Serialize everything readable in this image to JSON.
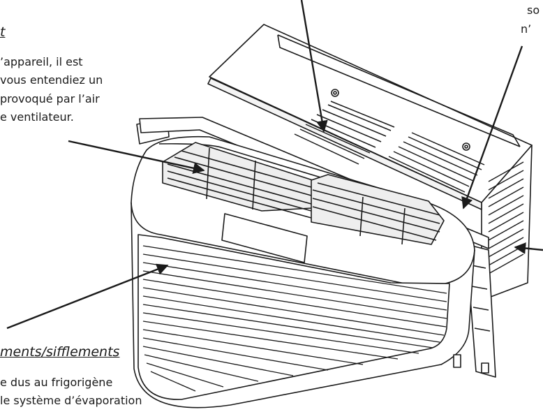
{
  "callouts": {
    "top_left": {
      "heading": "t",
      "lines": [
        "’appareil, il est",
        "vous entendiez un",
        "provoqué par l’air",
        "e ventilateur."
      ]
    },
    "top_right": {
      "lines": [
        "so",
        "n’"
      ]
    },
    "bottom_left": {
      "heading": "ments/sifflements",
      "lines": [
        "e dus au frigorigène",
        "le système d’évaporation"
      ]
    }
  },
  "illustration": {
    "subject": "window air conditioner unit",
    "stroke_color": "#1a1a1a",
    "fill_color": "#ffffff"
  }
}
